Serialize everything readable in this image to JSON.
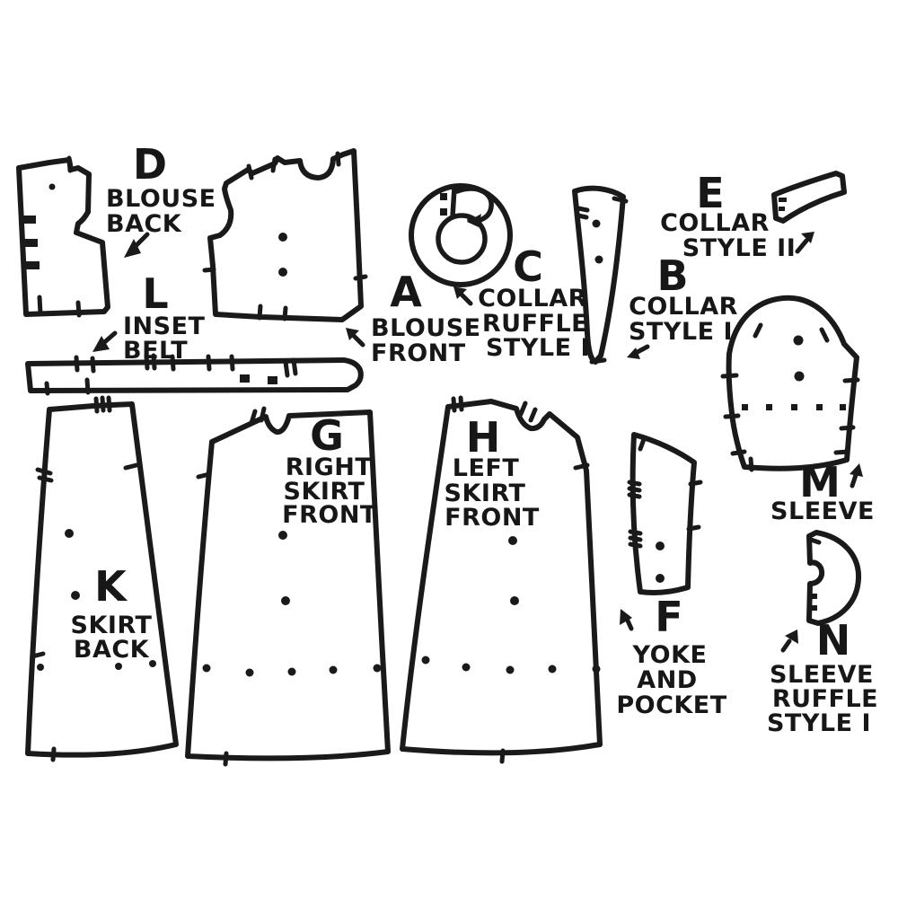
{
  "figure": "vintage sewing pattern cutting layout diagram",
  "colors": {
    "ink": "#1a1a1a",
    "background": "#ffffff"
  },
  "pieces": [
    {
      "letter": "D",
      "lines": [
        "BLOUSE",
        "BACK"
      ]
    },
    {
      "letter": "L",
      "lines": [
        "INSET",
        "BELT"
      ]
    },
    {
      "letter": "A",
      "lines": [
        "BLOUSE",
        "FRONT"
      ]
    },
    {
      "letter": "C",
      "lines": [
        "COLLAR",
        "RUFFLE",
        "STYLE I"
      ]
    },
    {
      "letter": "B",
      "lines": [
        "COLLAR",
        "STYLE I"
      ]
    },
    {
      "letter": "E",
      "lines": [
        "COLLAR",
        "STYLE II"
      ]
    },
    {
      "letter": "M",
      "lines": [
        "SLEEVE"
      ]
    },
    {
      "letter": "G",
      "lines": [
        "RIGHT",
        "SKIRT",
        "FRONT"
      ]
    },
    {
      "letter": "H",
      "lines": [
        "LEFT",
        "SKIRT",
        "FRONT"
      ]
    },
    {
      "letter": "K",
      "lines": [
        "SKIRT",
        "BACK"
      ]
    },
    {
      "letter": "F",
      "lines": [
        "YOKE",
        "AND",
        "POCKET"
      ]
    },
    {
      "letter": "N",
      "lines": [
        "SLEEVE",
        "RUFFLE",
        "STYLE I"
      ]
    }
  ]
}
